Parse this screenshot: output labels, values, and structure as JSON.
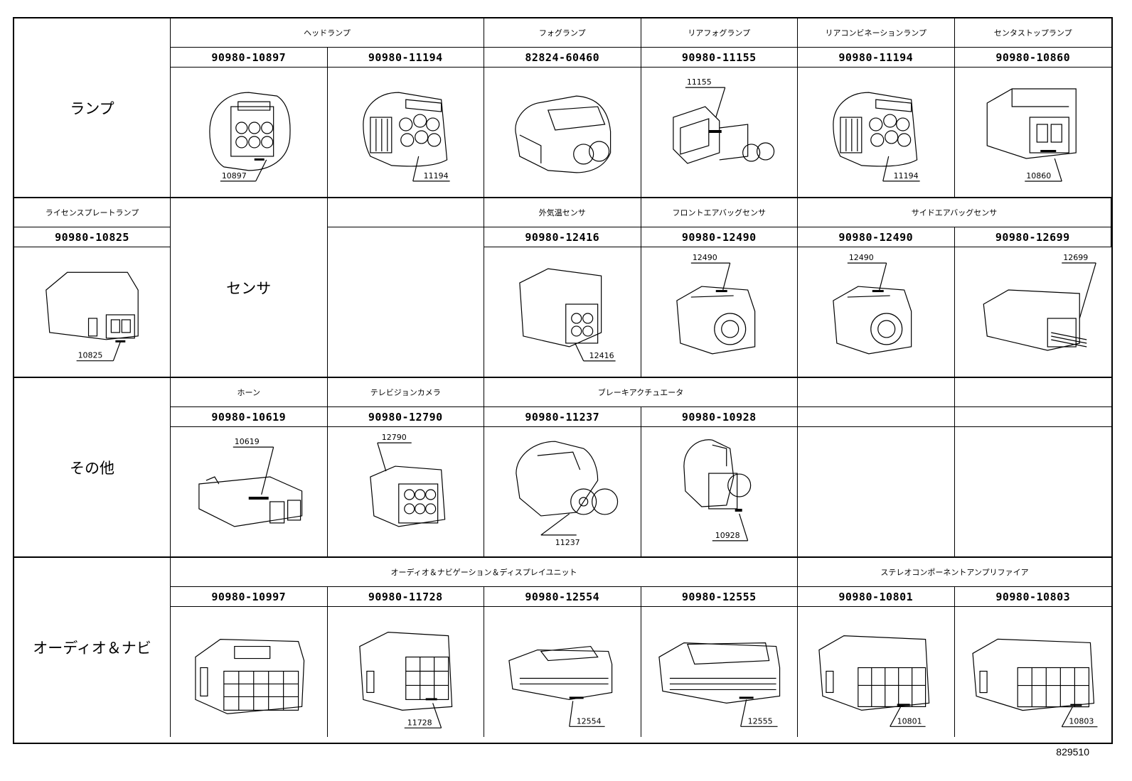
{
  "sections": [
    {
      "label": "ランプ"
    },
    {
      "label": "センサ"
    },
    {
      "label": "その他"
    },
    {
      "label": "オーディオ＆ナビ"
    }
  ],
  "names": {
    "headlamp": "ヘッドランプ",
    "foglamp": "フォグランプ",
    "rear_foglamp": "リアフォグランプ",
    "rear_combination": "リアコンビネーションランプ",
    "center_stop": "センタストップランプ",
    "license": "ライセンスプレートランプ",
    "outside_temp": "外気温センサ",
    "front_airbag": "フロントエアバッグセンサ",
    "side_airbag": "サイドエアバッグセンサ",
    "horn": "ホーン",
    "tv_camera": "テレビジョンカメラ",
    "brake_actuator": "ブレーキアクチュエータ",
    "audio_nav": "オーディオ＆ナビゲーション＆ディスプレイユニット",
    "stereo_amp": "ステレオコンポーネントアンプリファイア"
  },
  "parts": {
    "p1": {
      "pn": "90980-10897",
      "tag": "10897"
    },
    "p2": {
      "pn": "90980-11194",
      "tag": "11194"
    },
    "p3": {
      "pn": "82824-60460",
      "tag": ""
    },
    "p4": {
      "pn": "90980-11155",
      "tag": "11155"
    },
    "p5": {
      "pn": "90980-11194",
      "tag": "11194"
    },
    "p6": {
      "pn": "90980-10860",
      "tag": "10860"
    },
    "p7": {
      "pn": "90980-10825",
      "tag": "10825"
    },
    "p8": {
      "pn": "90980-12416",
      "tag": "12416"
    },
    "p9": {
      "pn": "90980-12490",
      "tag": "12490"
    },
    "p10": {
      "pn": "90980-12490",
      "tag": "12490"
    },
    "p11": {
      "pn": "90980-12699",
      "tag": "12699"
    },
    "p12": {
      "pn": "90980-10619",
      "tag": "10619"
    },
    "p13": {
      "pn": "90980-12790",
      "tag": "12790"
    },
    "p14": {
      "pn": "90980-11237",
      "tag": "11237"
    },
    "p15": {
      "pn": "90980-10928",
      "tag": "10928"
    },
    "p16": {
      "pn": "90980-10997",
      "tag": ""
    },
    "p17": {
      "pn": "90980-11728",
      "tag": "11728"
    },
    "p18": {
      "pn": "90980-12554",
      "tag": "12554"
    },
    "p19": {
      "pn": "90980-12555",
      "tag": "12555"
    },
    "p20": {
      "pn": "90980-10801",
      "tag": "10801"
    },
    "p21": {
      "pn": "90980-10803",
      "tag": "10803"
    }
  },
  "footer": {
    "code": "829510"
  }
}
